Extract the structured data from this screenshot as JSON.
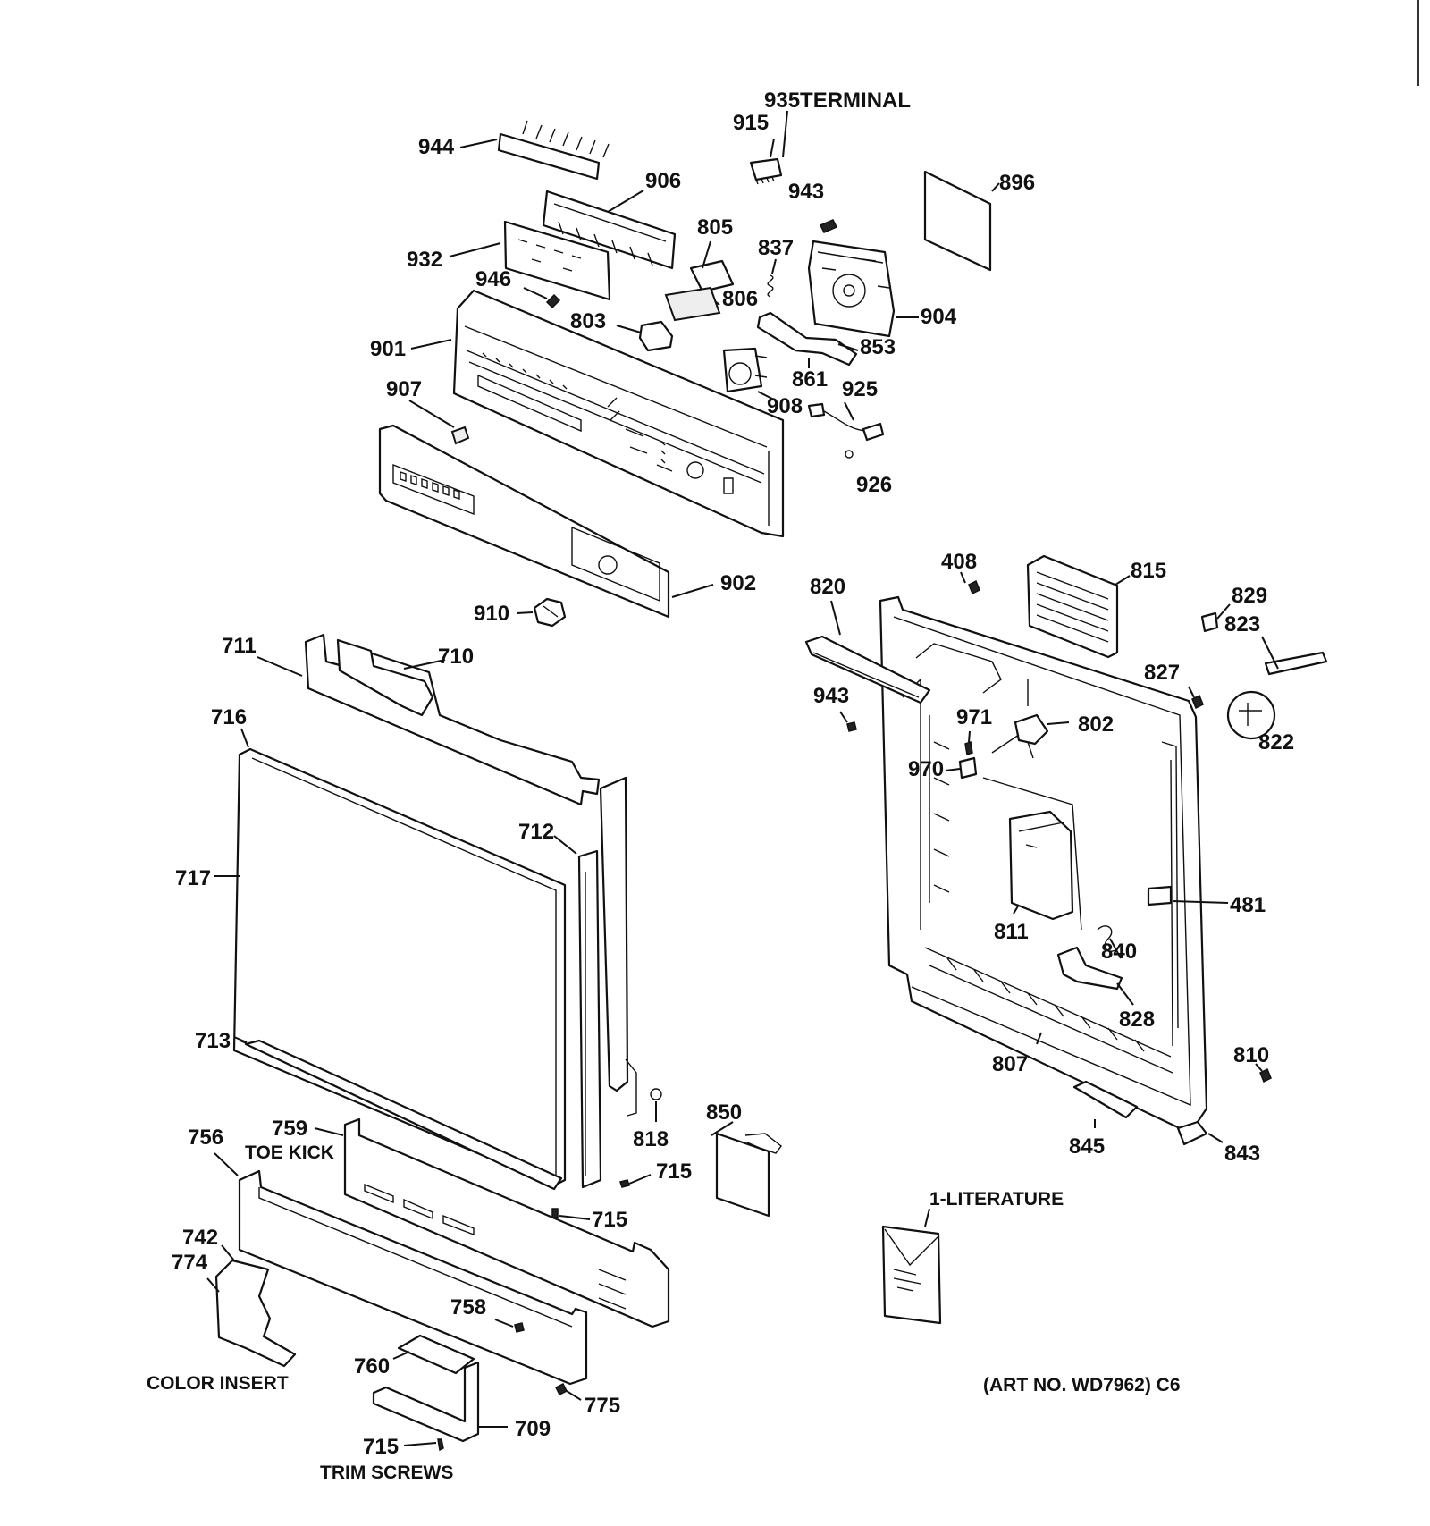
{
  "labels": {
    "terminal": "935TERMINAL",
    "p915": "915",
    "p944": "944",
    "p906": "906",
    "p943a": "943",
    "p896": "896",
    "p805": "805",
    "p837": "837",
    "p932": "932",
    "p946": "946",
    "p806": "806",
    "p904": "904",
    "p803": "803",
    "p901": "901",
    "p853": "853",
    "p861": "861",
    "p907": "907",
    "p925": "925",
    "p908": "908",
    "p926": "926",
    "p902": "902",
    "p910": "910",
    "p408": "408",
    "p815": "815",
    "p820": "820",
    "p829": "829",
    "p823": "823",
    "p711": "711",
    "p710": "710",
    "p827": "827",
    "p943b": "943",
    "p716": "716",
    "p971": "971",
    "p802": "802",
    "p970": "970",
    "p822": "822",
    "p712": "712",
    "p717": "717",
    "p481": "481",
    "p811": "811",
    "p840": "840",
    "p828": "828",
    "p713": "713",
    "p807": "807",
    "p810": "810",
    "p850": "850",
    "p759": "759",
    "toe_kick": "TOE KICK",
    "p756": "756",
    "p818": "818",
    "p715a": "715",
    "p845": "845",
    "p843": "843",
    "literature": "1-LITERATURE",
    "p715b": "715",
    "p742": "742",
    "p774": "774",
    "p758": "758",
    "p760": "760",
    "color_insert": "COLOR INSERT",
    "p775": "775",
    "p709": "709",
    "p715c": "715",
    "trim_screws": "TRIM SCREWS",
    "art_no": "(ART NO. WD7962) C6"
  }
}
